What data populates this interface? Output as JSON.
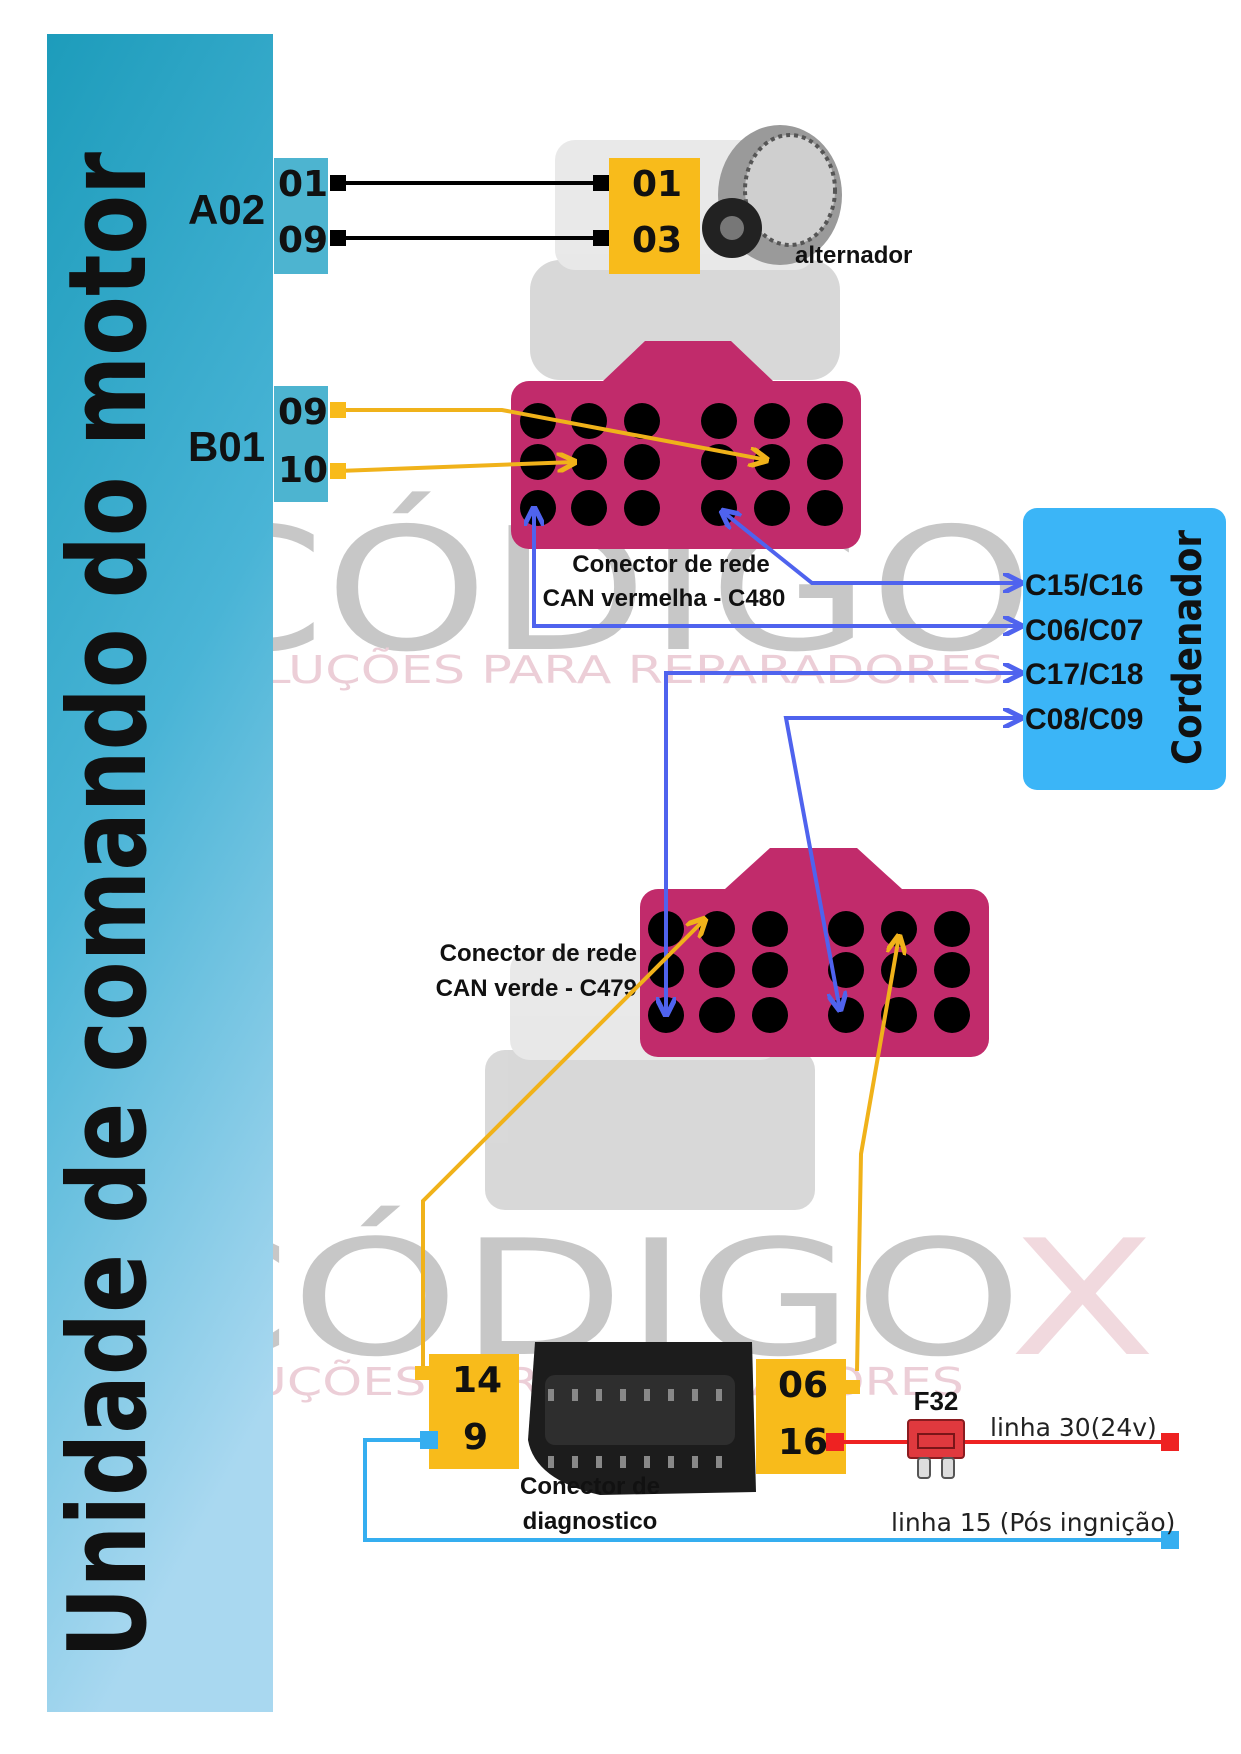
{
  "title": "Unidade de comando do motor",
  "ecu": {
    "a02": {
      "label": "A02",
      "pins": [
        "01",
        "09"
      ]
    },
    "b01": {
      "label": "B01",
      "pins": [
        "09",
        "10"
      ]
    }
  },
  "alternator": {
    "pins": [
      "01",
      "03"
    ],
    "label": "alternador"
  },
  "can_red": {
    "label_line1": "Conector de rede",
    "label_line2": "CAN vermelha - C480"
  },
  "can_green": {
    "label_line1": "Conector de rede",
    "label_line2": "CAN verde - C479"
  },
  "coordinator": {
    "title": "Cordenador",
    "pins": [
      "C15/C16",
      "C06/C07",
      "C17/C18",
      "C08/C09"
    ]
  },
  "diagnostic": {
    "left_pins": [
      "14",
      "9"
    ],
    "right_pins": [
      "06",
      "16"
    ],
    "label_line1": "Conector de",
    "label_line2": "diagnostico"
  },
  "fuse": {
    "label": "F32"
  },
  "power_lines": {
    "line30": "linha 30(24v)",
    "line15": "linha 15 (Pós ingnição)"
  },
  "watermark": {
    "brand": "CÓDIGO",
    "brand_x": "X",
    "tagline": "SOLUÇÕES PARA REPARADORES"
  },
  "colors": {
    "ecu_bar": "#2aa7c6",
    "ecu_box": "#4db4d0",
    "yellow": "#f8bb1b",
    "connector": "#c12b6b",
    "can_wire": "#4f63ee",
    "coordinator": "#3bb5f7",
    "line30": "#ee2222",
    "line15": "#35aef0"
  }
}
